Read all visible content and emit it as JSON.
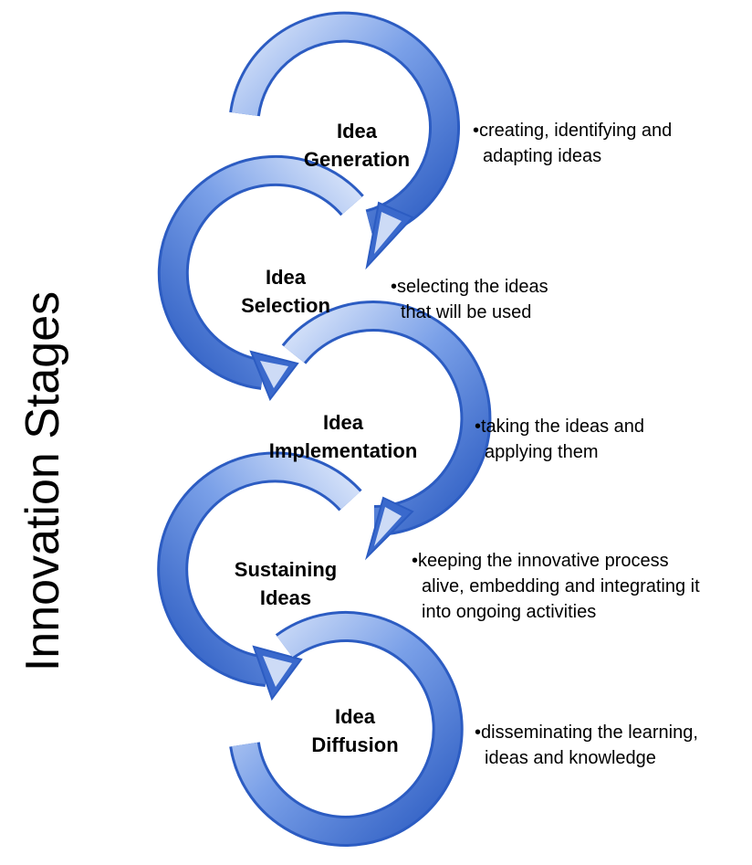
{
  "title": "Innovation Stages",
  "stages": [
    {
      "label_lines": [
        "Idea",
        "Generation"
      ],
      "description_lines": [
        "•creating, identifying and",
        "adapting ideas"
      ]
    },
    {
      "label_lines": [
        "Idea",
        "Selection"
      ],
      "description_lines": [
        "•selecting the ideas",
        "that will be used"
      ]
    },
    {
      "label_lines": [
        "Idea",
        "Implementation"
      ],
      "description_lines": [
        "•taking the ideas and",
        "applying them"
      ]
    },
    {
      "label_lines": [
        "Sustaining",
        "Ideas"
      ],
      "description_lines": [
        "•keeping the innovative process",
        "alive, embedding and integrating it",
        "into ongoing activities"
      ]
    },
    {
      "label_lines": [
        "Idea",
        "Diffusion"
      ],
      "description_lines": [
        "•disseminating the learning,",
        "ideas and knowledge"
      ]
    }
  ],
  "colors": {
    "arrow_dark": "#2f5fc4",
    "arrow_mid": "#6f97e6",
    "arrow_light": "#cddbf6",
    "text": "#000000"
  }
}
